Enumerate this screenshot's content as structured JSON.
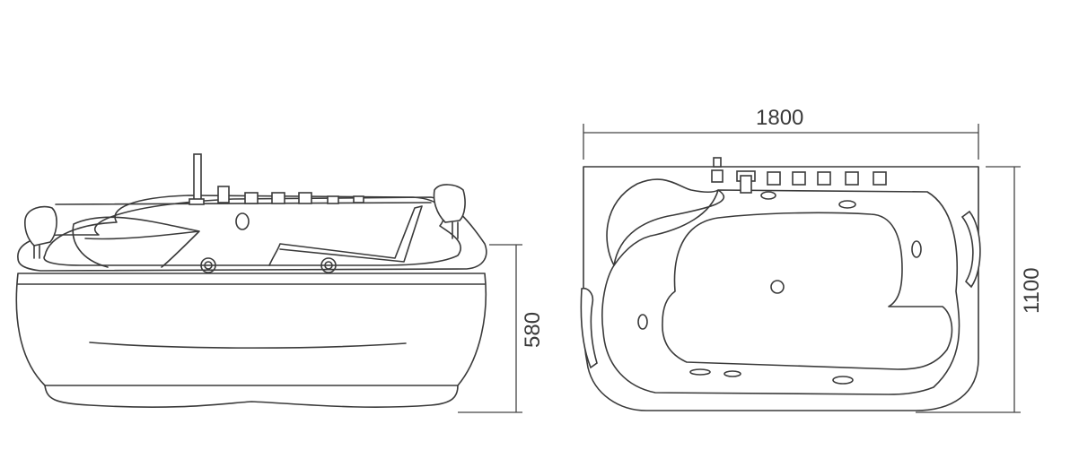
{
  "drawing": {
    "side_view": {
      "height_dimension": "580"
    },
    "top_view": {
      "length_dimension": "1800",
      "width_dimension": "1100"
    },
    "line_color": "#3a3a3a"
  }
}
